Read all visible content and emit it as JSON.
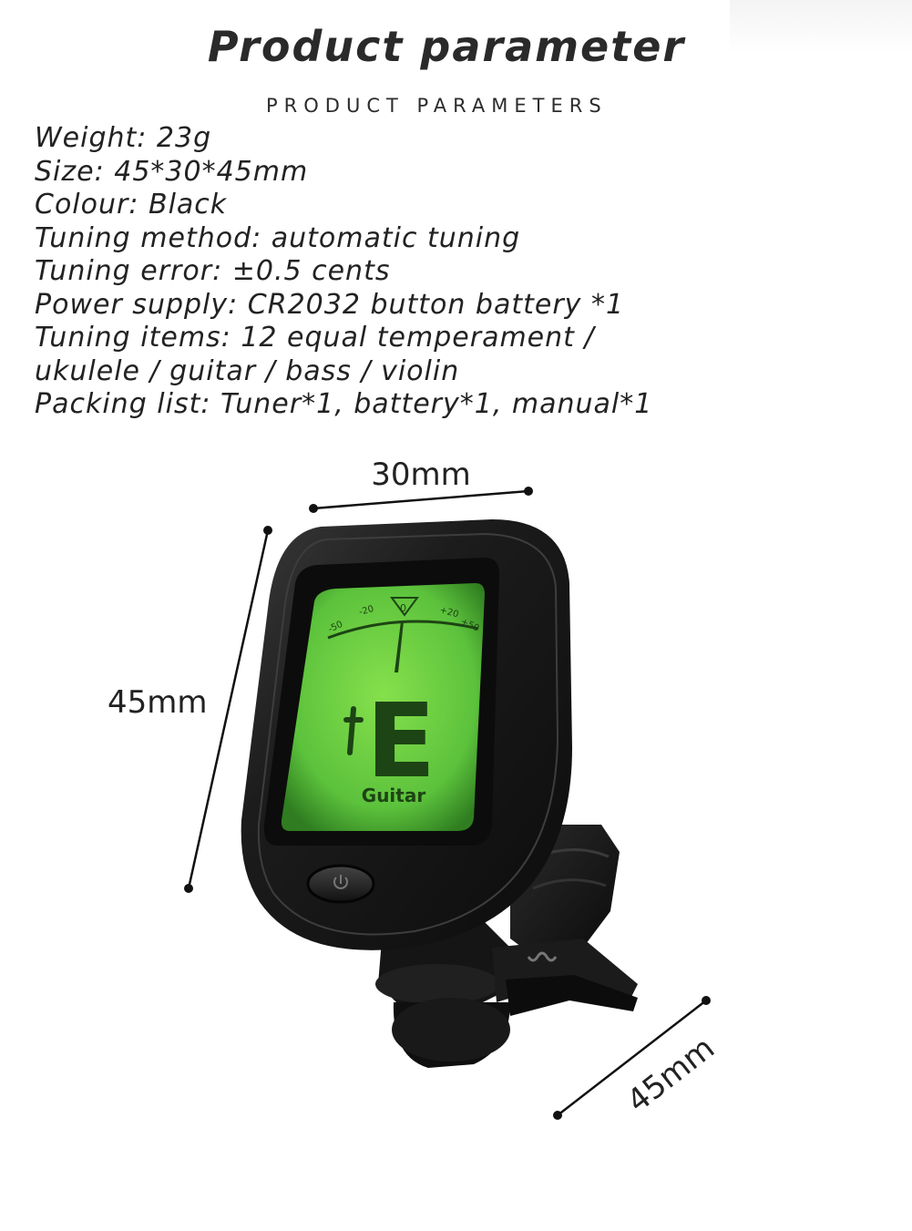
{
  "header": {
    "title": "Product parameter",
    "subtitle": "PRODUCT PARAMETERS"
  },
  "params": [
    "Weight: 23g",
    "Size: 45*30*45mm",
    "Colour: Black",
    "Tuning method: automatic tuning",
    "Tuning error: ±0.5 cents",
    "Power supply: CR2032 button battery *1",
    "Tuning items: 12 equal temperament /",
    "ukulele / guitar / bass / violin",
    "Packing list: Tuner*1, battery*1, manual*1"
  ],
  "dimensions": {
    "width": "30mm",
    "height": "45mm",
    "depth": "45mm"
  },
  "display": {
    "scale": {
      "m50": "-50",
      "m20": "-20",
      "zero": "0",
      "p20": "+20",
      "p50": "+50"
    },
    "note": "E",
    "mode": "Guitar"
  },
  "colors": {
    "screen": "#5cc23c",
    "body": "#1a1a1a",
    "text": "#222222"
  },
  "icons": {
    "power": "power-icon"
  }
}
